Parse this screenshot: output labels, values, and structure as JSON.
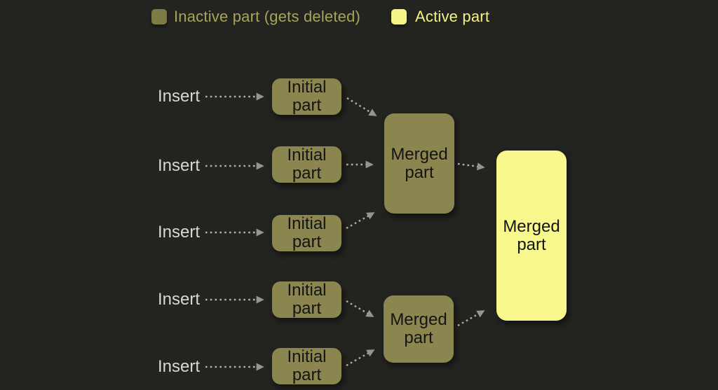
{
  "legend": {
    "inactive": {
      "label": "Inactive part (gets deleted)"
    },
    "active": {
      "label": "Active part"
    }
  },
  "rows": [
    {
      "insert_label": "Insert",
      "part_label": "Initial part"
    },
    {
      "insert_label": "Insert",
      "part_label": "Initial part"
    },
    {
      "insert_label": "Insert",
      "part_label": "Initial part"
    },
    {
      "insert_label": "Insert",
      "part_label": "Initial part"
    },
    {
      "insert_label": "Insert",
      "part_label": "Initial part"
    }
  ],
  "merged": {
    "top": {
      "label": "Merged part"
    },
    "bottom": {
      "label": "Merged part"
    },
    "final": {
      "label": "Merged part"
    }
  },
  "colors": {
    "background": "#232420",
    "inactive_fill": "#8b864f",
    "active_fill": "#f9f88d",
    "legend_inactive_swatch": "#7e7a45",
    "legend_active_swatch": "#f6f388",
    "legend_inactive_text": "#a8a25b",
    "legend_active_text": "#f4f186",
    "insert_text": "#d7d7d7",
    "arrow_dot": "#aeaeae",
    "arrow_head": "#949494",
    "node_text": "#141414"
  }
}
